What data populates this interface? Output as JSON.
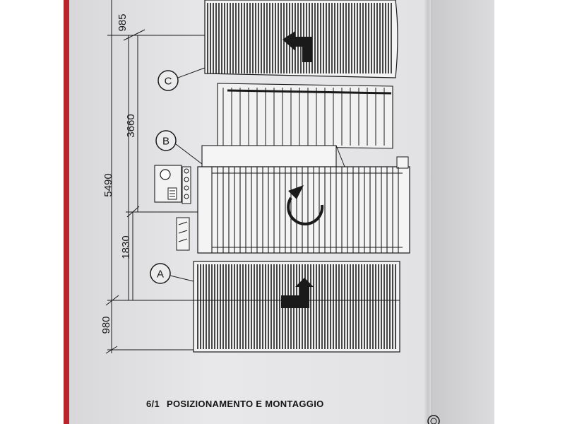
{
  "dimensions": {
    "top": "985",
    "middle_total": "5490",
    "upper": "3660",
    "lower": "1830",
    "bottom": "980"
  },
  "labels": {
    "a": "A",
    "b": "B",
    "c": "C"
  },
  "caption": {
    "number": "6/1",
    "title": "POSIZIONAMENTO E MONTAGGIO"
  },
  "colors": {
    "ink": "#1a1a1a",
    "paper": "#e4e4e6",
    "binding": "#b8252c"
  }
}
